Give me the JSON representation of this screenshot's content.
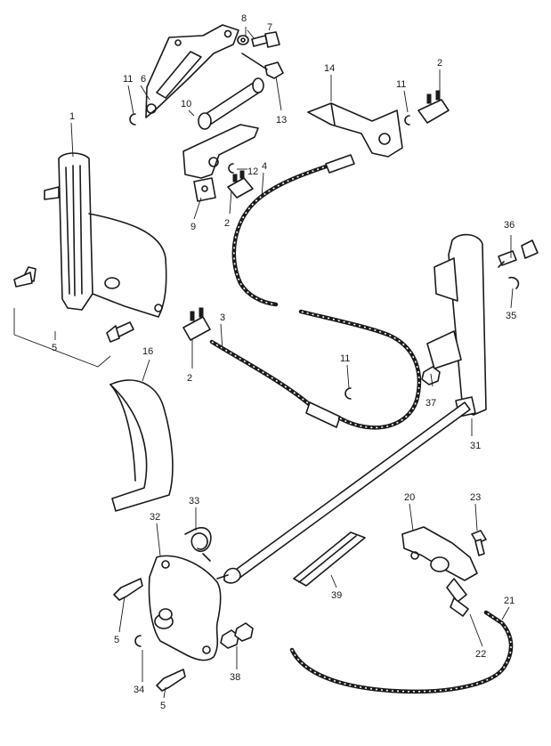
{
  "callouts": {
    "c1": "1",
    "c2a": "2",
    "c2b": "2",
    "c2c": "2",
    "c3": "3",
    "c4": "4",
    "c5a": "5",
    "c5b": "5",
    "c5c": "5",
    "c6": "6",
    "c7": "7",
    "c8": "8",
    "c9": "9",
    "c10": "10",
    "c11a": "11",
    "c11b": "11",
    "c11c": "11",
    "c12": "12",
    "c13": "13",
    "c14": "14",
    "c16": "16",
    "c20": "20",
    "c21": "21",
    "c22": "22",
    "c23": "23",
    "c31": "31",
    "c32": "32",
    "c33": "33",
    "c34": "34",
    "c35": "35",
    "c36": "36",
    "c37": "37",
    "c38": "38",
    "c39": "39"
  }
}
